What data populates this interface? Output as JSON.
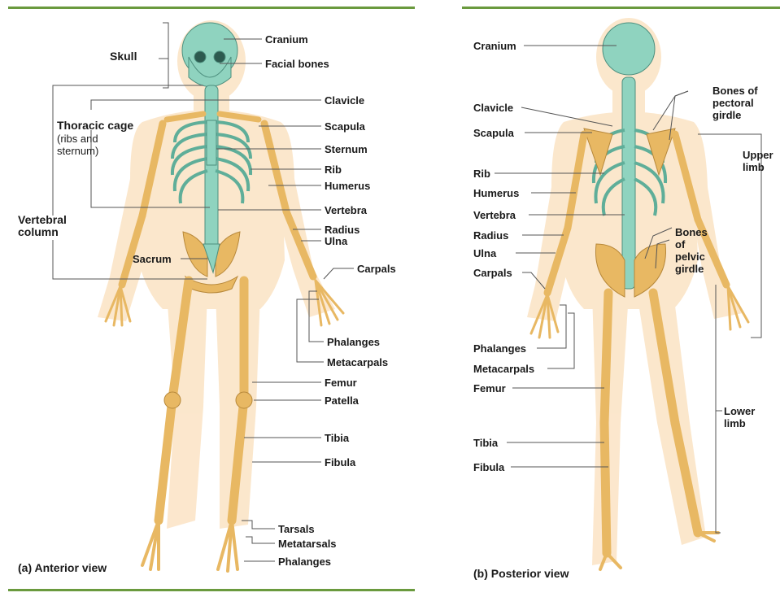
{
  "anterior": {
    "caption": "(a) Anterior view",
    "skull": "Skull",
    "thoracic_cage": "Thoracic cage",
    "thoracic_cage_note": "(ribs and\nsternum)",
    "vertebral_column": "Vertebral\ncolumn",
    "sacrum": "Sacrum",
    "labels": {
      "cranium": "Cranium",
      "facial_bones": "Facial bones",
      "clavicle": "Clavicle",
      "scapula": "Scapula",
      "sternum": "Sternum",
      "rib": "Rib",
      "humerus": "Humerus",
      "vertebra": "Vertebra",
      "radius": "Radius",
      "ulna": "Ulna",
      "carpals": "Carpals",
      "phalanges_hand": "Phalanges",
      "metacarpals": "Metacarpals",
      "femur": "Femur",
      "patella": "Patella",
      "tibia": "Tibia",
      "fibula": "Fibula",
      "tarsals": "Tarsals",
      "metatarsals": "Metatarsals",
      "phalanges_foot": "Phalanges"
    }
  },
  "posterior": {
    "caption": "(b) Posterior view",
    "labels": {
      "cranium": "Cranium",
      "clavicle": "Clavicle",
      "scapula": "Scapula",
      "rib": "Rib",
      "humerus": "Humerus",
      "vertebra": "Vertebra",
      "radius": "Radius",
      "ulna": "Ulna",
      "carpals": "Carpals",
      "phalanges": "Phalanges",
      "metacarpals": "Metacarpals",
      "femur": "Femur",
      "tibia": "Tibia",
      "fibula": "Fibula",
      "pectoral_girdle": "Bones of\npectoral\ngirdle",
      "upper_limb": "Upper\nlimb",
      "pelvic_girdle": "Bones\nof\npelvic\ngirdle",
      "lower_limb": "Lower\nlimb"
    }
  },
  "colors": {
    "axial_bone": "#8fd3bf",
    "appendicular_bone": "#e8b863",
    "body_outline": "#fbe3c4",
    "rule": "#6a9a3e"
  }
}
